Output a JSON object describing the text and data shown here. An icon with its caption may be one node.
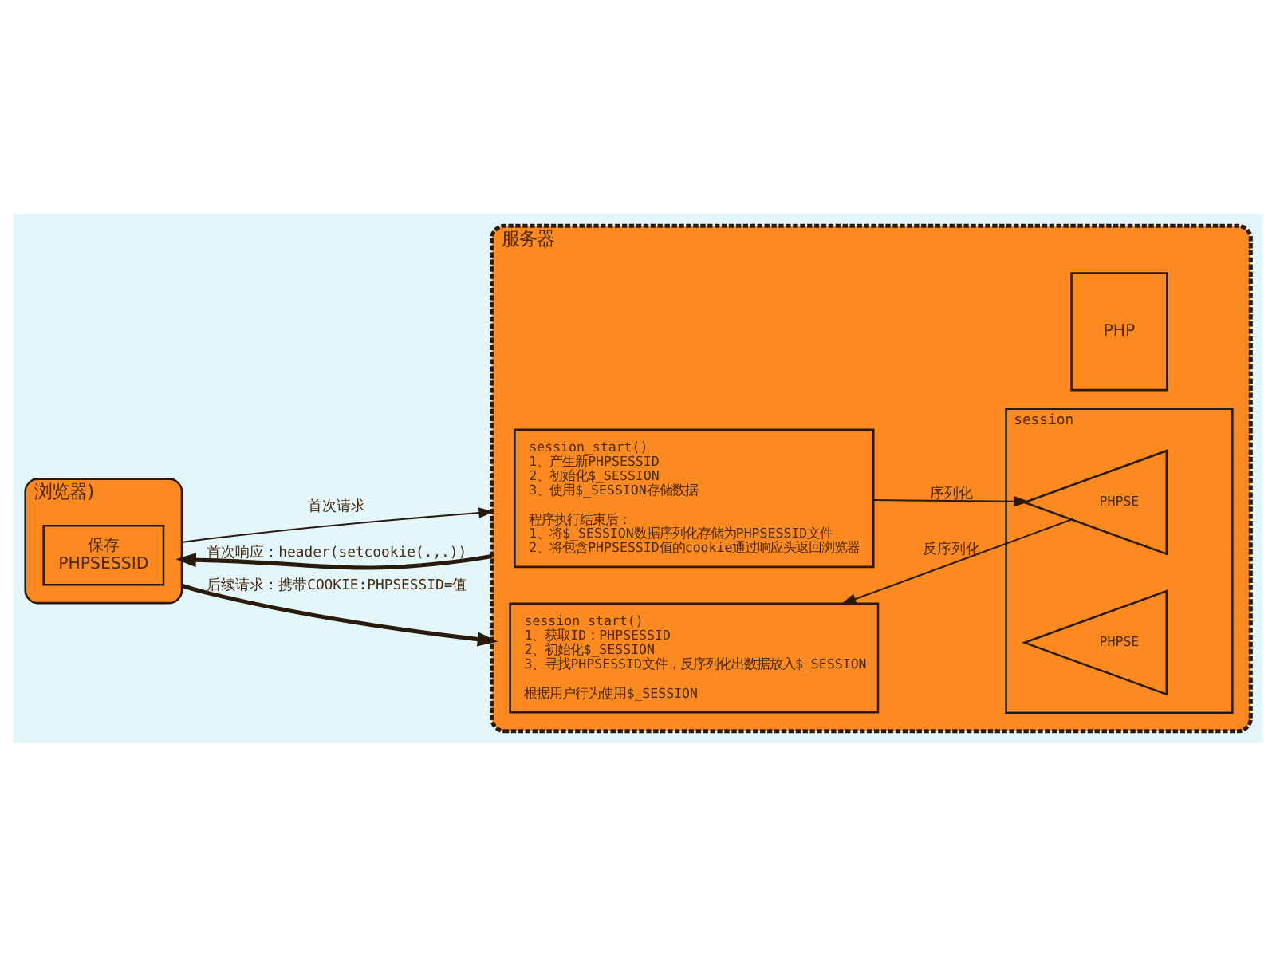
{
  "diagram": {
    "nodes": [
      {
        "text": [
          "浏览器)"
        ]
      },
      {
        "text": [
          "保存 PHPSESSID"
        ],
        "in": 0
      },
      {
        "text": [
          "服务器"
        ]
      },
      {
        "text": [
          "session_start()",
          "1、产生新PHPSESSID",
          "2、初始化$_SESSION",
          "3、使用$_SESSION存储数据",
          "程序执行结束后：",
          "1、将$_SESSION数据序列化存储为PHPSESSID文件",
          "2、将包含PHPSESSID值的cookie通过响应头返回浏览器"
        ],
        "in": 2
      },
      {
        "text": [
          "PHP"
        ],
        "in": 2
      },
      {
        "text": [
          "session"
        ],
        "in": 2
      },
      {
        "text": [
          "PHPSE"
        ],
        "in": 5
      },
      {
        "text": [
          "PHPSE"
        ],
        "in": 5
      },
      {
        "text": [
          "session_start()",
          "1、获取ID：PHPSESSID",
          "2、初始化$_SESSION",
          "3、寻找PHPSESSID文件，反序列化出数据放入$_SESSION",
          "根据用户行为使用$_SESSION"
        ],
        "in": 2
      }
    ],
    "edges": [
      {
        "from": 0,
        "to": 2,
        "arrow": "to",
        "label": "首次请求"
      },
      {
        "from": 2,
        "to": 0,
        "arrow": "to",
        "label": "首次响应：header(setcookie(.,.))",
        "style": "thick"
      },
      {
        "from": 0,
        "to": 2,
        "arrow": "to",
        "label": "后续请求：携带COOKIE:PHPSESSID=值",
        "style": "thick"
      },
      {
        "from": 3,
        "to": 6,
        "arrow": "to",
        "label": "序列化"
      },
      {
        "from": 6,
        "to": 8,
        "arrow": "to",
        "label": "反序列化"
      }
    ]
  }
}
